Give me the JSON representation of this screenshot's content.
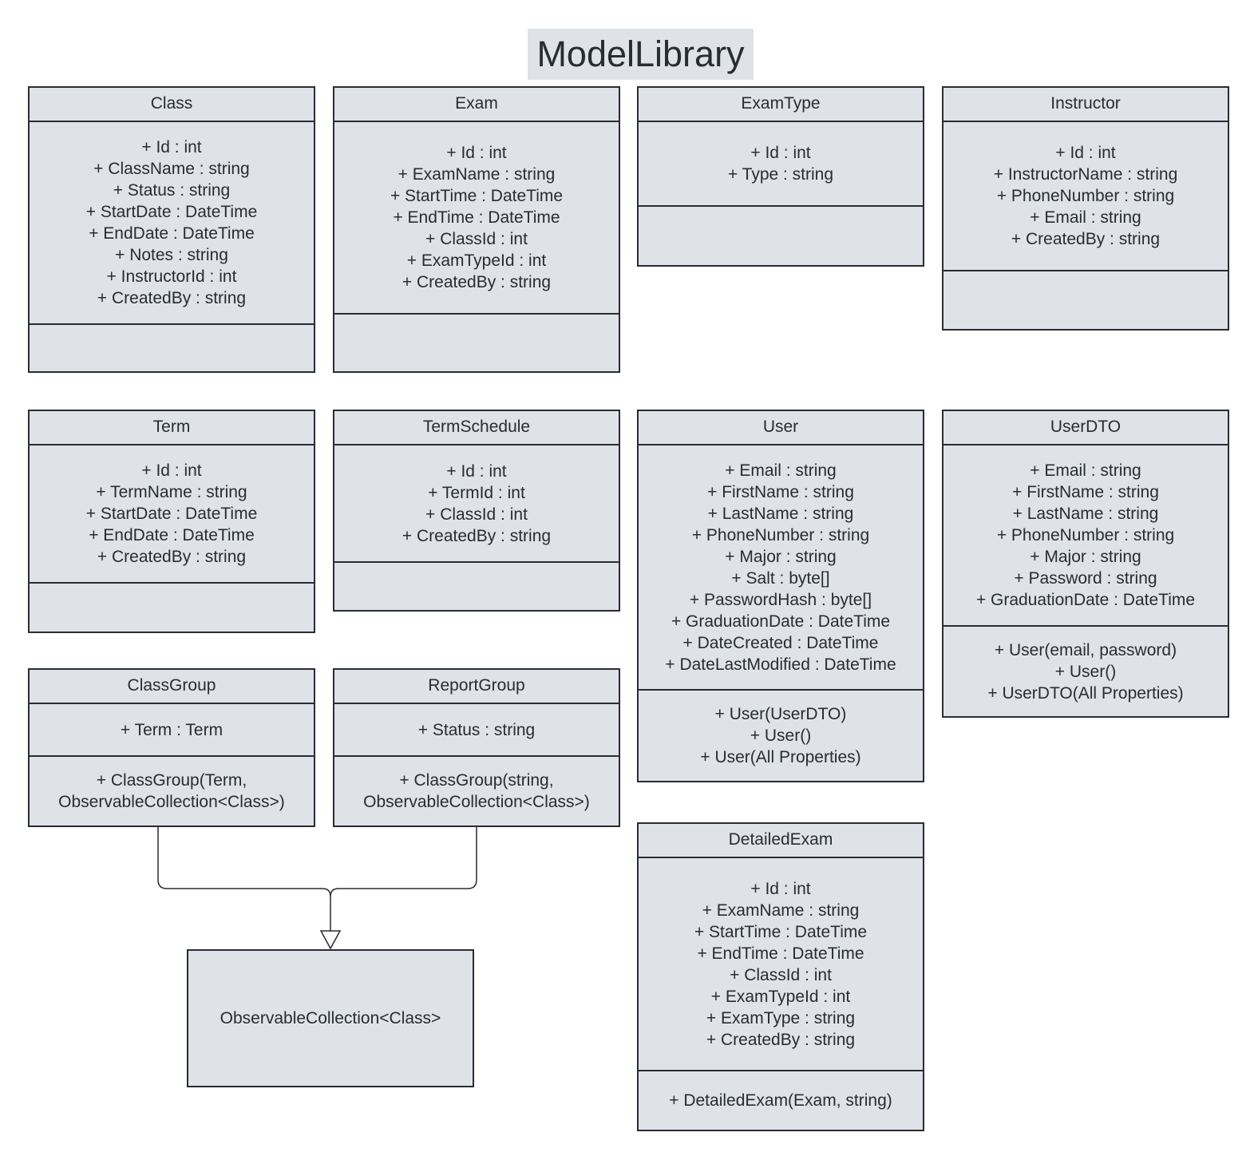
{
  "title": "ModelLibrary",
  "classes": {
    "class": {
      "name": "Class",
      "attributes": [
        "+ Id : int",
        "+ ClassName : string",
        "+ Status : string",
        "+ StartDate : DateTime",
        "+ EndDate : DateTime",
        "+ Notes : string",
        "+ InstructorId : int",
        "+ CreatedBy : string"
      ],
      "methods": []
    },
    "exam": {
      "name": "Exam",
      "attributes": [
        "+ Id : int",
        "+ ExamName : string",
        "+ StartTime : DateTime",
        "+ EndTime : DateTime",
        "+ ClassId : int",
        "+ ExamTypeId : int",
        "+ CreatedBy : string"
      ],
      "methods": []
    },
    "exam_type": {
      "name": "ExamType",
      "attributes": [
        "+ Id : int",
        "+ Type : string"
      ],
      "methods": []
    },
    "instructor": {
      "name": "Instructor",
      "attributes": [
        "+ Id : int",
        "+ InstructorName : string",
        "+ PhoneNumber : string",
        "+ Email : string",
        "+ CreatedBy : string"
      ],
      "methods": []
    },
    "term": {
      "name": "Term",
      "attributes": [
        "+ Id : int",
        "+ TermName : string",
        "+ StartDate : DateTime",
        "+ EndDate : DateTime",
        "+ CreatedBy : string"
      ],
      "methods": []
    },
    "term_schedule": {
      "name": "TermSchedule",
      "attributes": [
        "+ Id : int",
        "+ TermId : int",
        "+ ClassId : int",
        "+ CreatedBy : string"
      ],
      "methods": []
    },
    "user": {
      "name": "User",
      "attributes": [
        "+ Email : string",
        "+ FirstName : string",
        "+ LastName : string",
        "+ PhoneNumber : string",
        "+ Major : string",
        "+ Salt : byte[]",
        "+ PasswordHash : byte[]",
        "+ GraduationDate : DateTime",
        "+ DateCreated : DateTime",
        "+ DateLastModified : DateTime"
      ],
      "methods": [
        "+ User(UserDTO)",
        "+ User()",
        "+ User(All Properties)"
      ]
    },
    "user_dto": {
      "name": "UserDTO",
      "attributes": [
        "+ Email : string",
        "+ FirstName : string",
        "+ LastName : string",
        "+ PhoneNumber : string",
        "+ Major : string",
        "+ Password : string",
        "+ GraduationDate : DateTime"
      ],
      "methods": [
        "+ User(email, password)",
        "+ User()",
        "+ UserDTO(All Properties)"
      ]
    },
    "class_group": {
      "name": "ClassGroup",
      "attributes": [
        "+ Term : Term"
      ],
      "methods": [
        "+ ClassGroup(Term,",
        "ObservableCollection<Class>)"
      ]
    },
    "report_group": {
      "name": "ReportGroup",
      "attributes": [
        "+ Status : string"
      ],
      "methods": [
        "+ ClassGroup(string,",
        "ObservableCollection<Class>)"
      ]
    },
    "detailed_exam": {
      "name": "DetailedExam",
      "attributes": [
        "+ Id : int",
        "+ ExamName : string",
        "+ StartTime : DateTime",
        "+ EndTime : DateTime",
        "+ ClassId : int",
        "+ ExamTypeId : int",
        "+ ExamType : string",
        "+ CreatedBy : string"
      ],
      "methods": [
        "+ DetailedExam(Exam, string)"
      ]
    }
  },
  "observable_collection": {
    "label": "ObservableCollection<Class>"
  },
  "colors": {
    "fill": "#dfe3e8",
    "stroke": "#282c33",
    "text": "#282c33"
  }
}
